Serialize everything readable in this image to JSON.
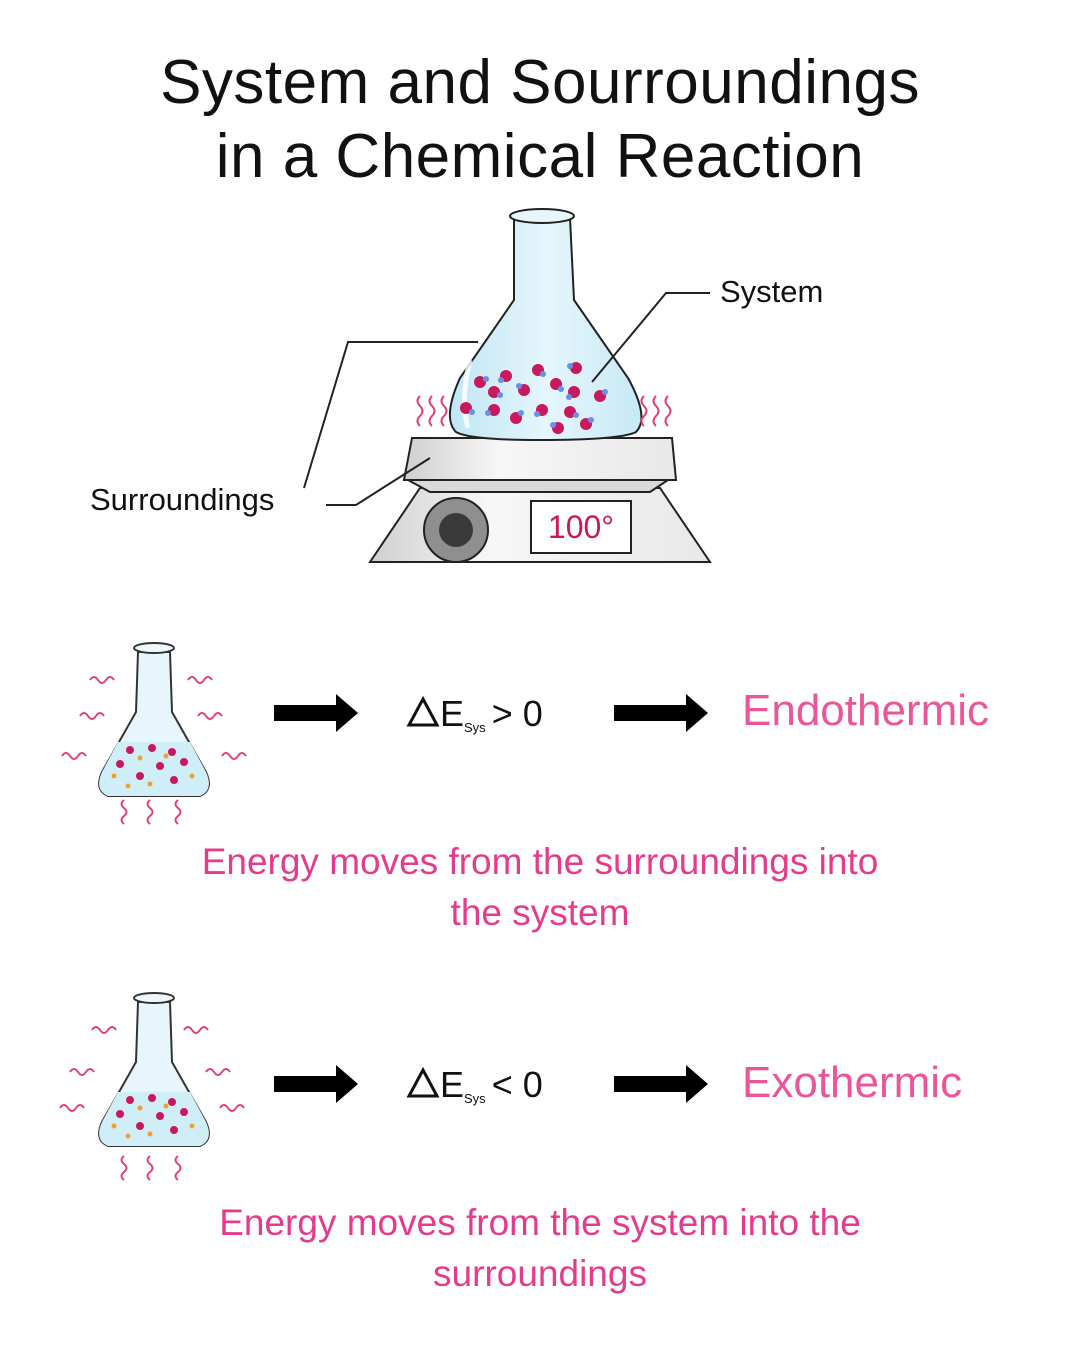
{
  "title": {
    "line1": "System and Sourroundings",
    "line2": "in a Chemical Reaction"
  },
  "diagram": {
    "system_label": "System",
    "surroundings_label": "Surroundings",
    "hotplate_readout": "100°"
  },
  "endothermic": {
    "delta_symbol": "E",
    "delta_subscript": "Sys",
    "delta_relation": "> 0",
    "result": "Endothermic",
    "description_line1": "Energy moves from the surroundings into",
    "description_line2": "the system"
  },
  "exothermic": {
    "delta_symbol": "E",
    "delta_subscript": "Sys",
    "delta_relation": "< 0",
    "result": "Exothermic",
    "description_line1": "Energy moves from the system into the",
    "description_line2": "surroundings"
  },
  "colors": {
    "accent_pink": "#e9569a",
    "liquid": "#cfeef8",
    "molecule": "#c8195c",
    "heat_wave": "#e0407e"
  }
}
